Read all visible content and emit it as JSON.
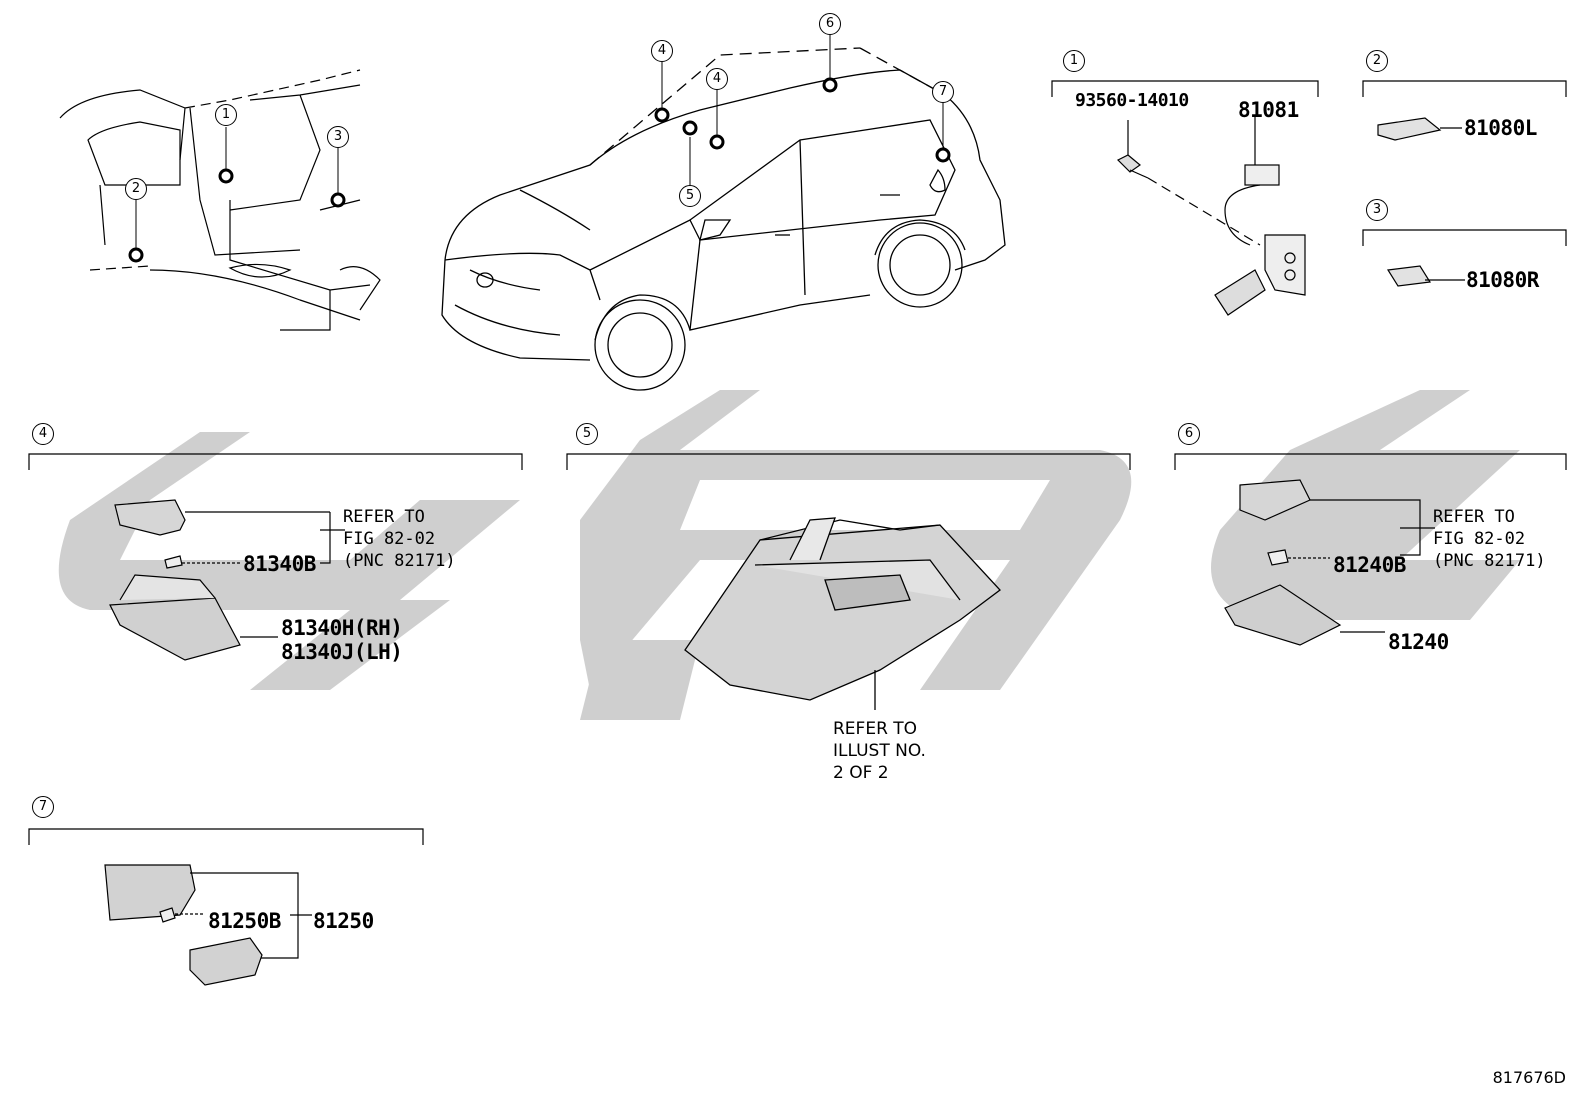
{
  "diagram_id": "817676D",
  "callouts": [
    "1",
    "2",
    "3",
    "4",
    "4",
    "5",
    "6",
    "7"
  ],
  "sections": [
    {
      "num": "1",
      "labels": [
        "93560-14010",
        "81081"
      ]
    },
    {
      "num": "2",
      "labels": [
        "81080L"
      ]
    },
    {
      "num": "3",
      "labels": [
        "81080R"
      ]
    },
    {
      "num": "4",
      "labels": [
        "81340B",
        "81340H(RH)",
        "81340J(LH)"
      ],
      "note": [
        "REFER TO",
        "FIG 82-02",
        "(PNC 82171)"
      ]
    },
    {
      "num": "5",
      "note": [
        "REFER TO",
        "ILLUST NO.",
        "2 OF 2"
      ]
    },
    {
      "num": "6",
      "labels": [
        "81240B",
        "81240"
      ],
      "note": [
        "REFER TO",
        "FIG 82-02",
        "(PNC 82171)"
      ]
    },
    {
      "num": "7",
      "labels": [
        "81250B",
        "81250"
      ]
    }
  ],
  "colors": {
    "line": "#000000",
    "watermark": "#c8c8c8",
    "part_fill": "#d9d9d9"
  }
}
